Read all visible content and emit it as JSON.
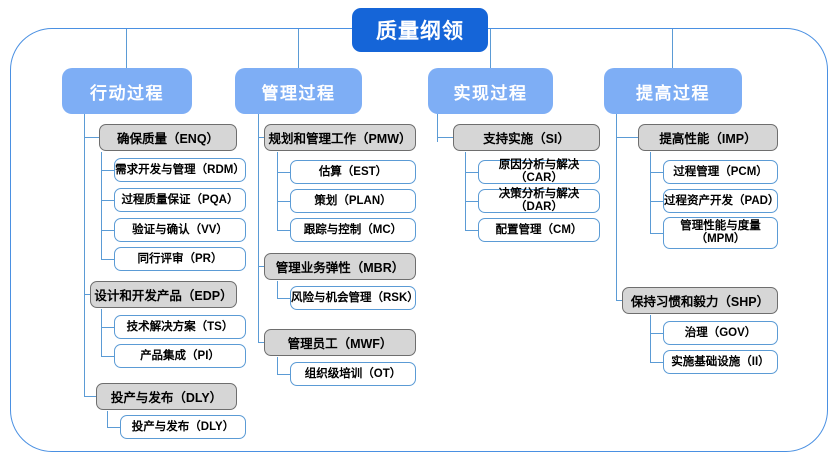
{
  "diagram": {
    "root": {
      "label": "质量纲领"
    },
    "columns": [
      {
        "id": "col-action",
        "header": "行动过程",
        "groups": [
          {
            "label": "确保质量（ENQ）",
            "items": [
              "需求开发与管理（RDM）",
              "过程质量保证（PQA）",
              "验证与确认（VV）",
              "同行评审（PR）"
            ]
          },
          {
            "label": "设计和开发产品（EDP）",
            "items": [
              "技术解决方案（TS）",
              "产品集成（PI）"
            ]
          },
          {
            "label": "投产与发布（DLY）",
            "items": [
              "投产与发布（DLY）"
            ]
          }
        ]
      },
      {
        "id": "col-manage",
        "header": "管理过程",
        "groups": [
          {
            "label": "规划和管理工作（PMW）",
            "items": [
              "估算（EST）",
              "策划（PLAN）",
              "跟踪与控制（MC）"
            ]
          },
          {
            "label": "管理业务弹性（MBR）",
            "items": [
              "风险与机会管理（RSK）"
            ]
          },
          {
            "label": "管理员工（MWF）",
            "items": [
              "组织级培训（OT）"
            ]
          }
        ]
      },
      {
        "id": "col-implement",
        "header": "实现过程",
        "groups": [
          {
            "label": "支持实施（SI）",
            "items": [
              "原因分析与解决（CAR）",
              "决策分析与解决（DAR）",
              "配置管理（CM）"
            ]
          }
        ]
      },
      {
        "id": "col-improve",
        "header": "提高过程",
        "groups": [
          {
            "label": "提高性能（IMP）",
            "items": [
              "过程管理（PCM）",
              "过程资产开发（PAD）",
              "管理性能与度量\n（MPM）"
            ]
          },
          {
            "label": "保持习惯和毅力（SHP）",
            "items": [
              "治理（GOV）",
              "实施基础设施（II）"
            ]
          }
        ]
      }
    ]
  },
  "colors": {
    "root_fill": "#1565d8",
    "header_fill": "#7eaef5",
    "group_fill": "#d6d6d6",
    "group_border": "#6e6e6e",
    "leaf_border": "#5b9bd5",
    "frame_border": "#4a90e2"
  }
}
